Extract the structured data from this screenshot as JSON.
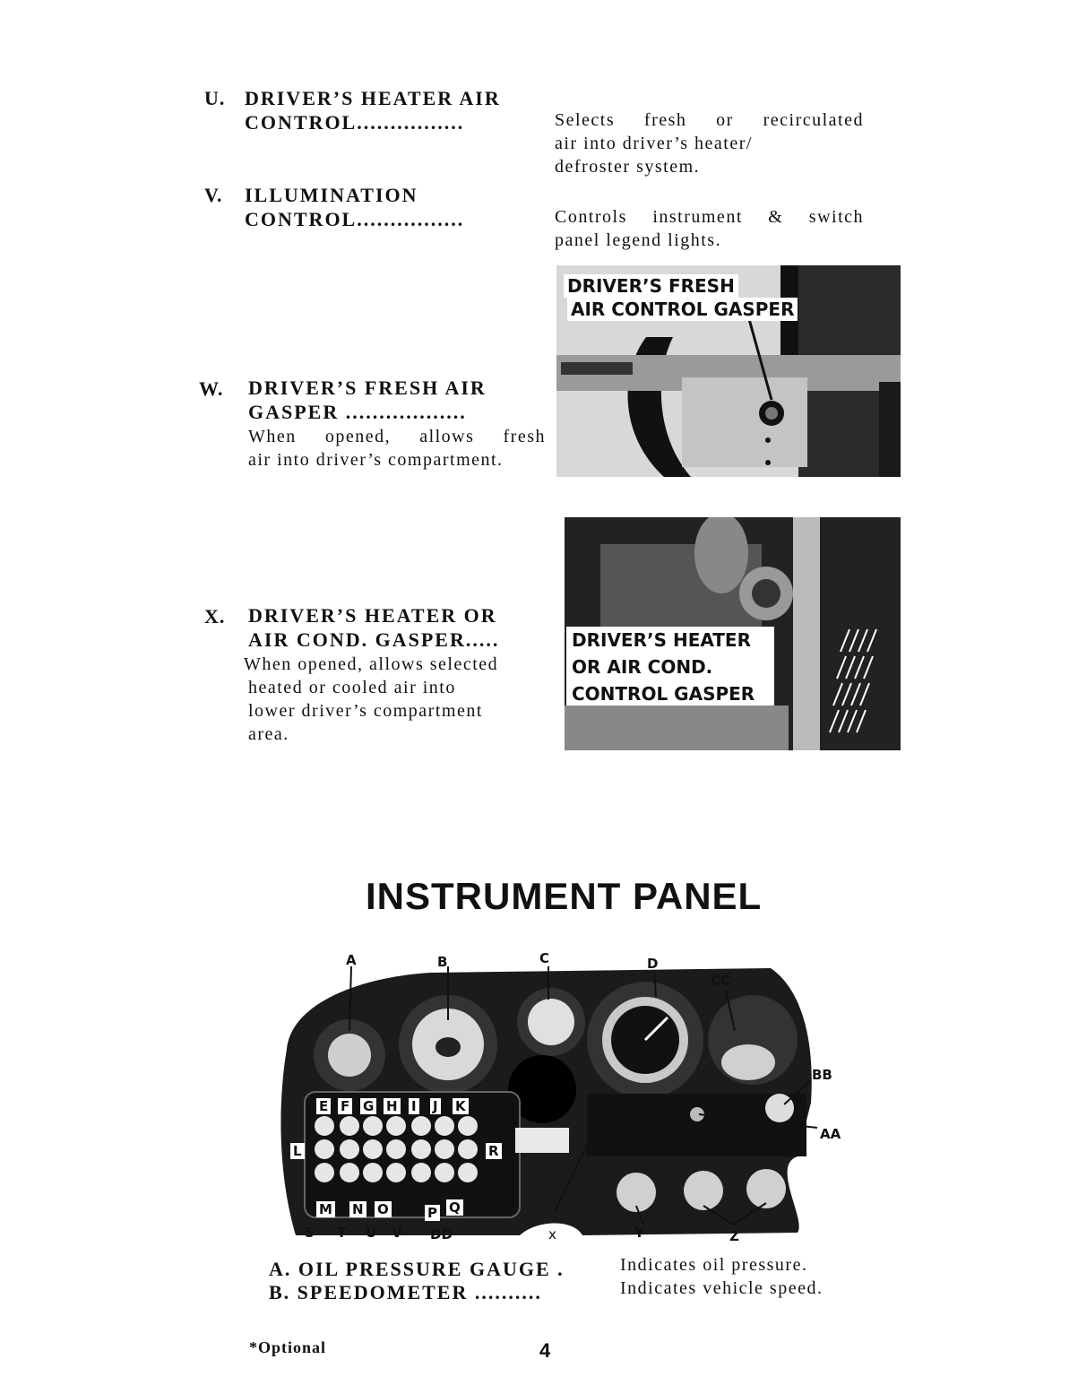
{
  "items": {
    "u": {
      "letter": "U.",
      "title1": "DRIVER’S HEATER AIR",
      "title2": "CONTROL................",
      "desc": [
        "Selects fresh or recirculated",
        "air into driver’s heater/",
        "defroster system."
      ]
    },
    "v": {
      "letter": "V.",
      "title1": "ILLUMINATION",
      "title2": "CONTROL................",
      "desc": [
        "Controls instrument & switch",
        "panel legend lights."
      ]
    },
    "w": {
      "letter": "W.",
      "title1": "DRIVER’S FRESH AIR",
      "title2": "GASPER ..................",
      "desc": [
        "When opened, allows fresh",
        "air into driver’s compartment."
      ]
    },
    "x": {
      "letter": "X.",
      "title1": "DRIVER’S HEATER OR",
      "title2": "AIR COND. GASPER.....",
      "desc": [
        "When opened, allows selected",
        "heated or cooled air into",
        "lower driver’s compartment",
        "area."
      ]
    }
  },
  "photos": {
    "fresh": {
      "label1": "DRIVER’S FRESH",
      "label2": "AIR CONTROL GASPER"
    },
    "heater": {
      "label1": "DRIVER’S HEATER",
      "label2": "OR AIR COND.",
      "label3": "CONTROL GASPER"
    }
  },
  "section_heading": "INSTRUMENT PANEL",
  "panel_callouts": {
    "top": [
      "A",
      "B",
      "C",
      "D",
      "CC"
    ],
    "right": [
      "BB",
      "AA"
    ],
    "switch_top": [
      "E",
      "F",
      "G",
      "H",
      "I",
      "J",
      "K"
    ],
    "side": [
      "L",
      "R"
    ],
    "switch_bottom": [
      "M",
      "N",
      "O",
      "P",
      "Q"
    ],
    "bottom": [
      "S",
      "T",
      "U",
      "V",
      "DD",
      "x",
      "Y",
      "Z"
    ]
  },
  "legend": [
    {
      "name": "A. OIL PRESSURE GAUGE .",
      "desc": "Indicates oil pressure."
    },
    {
      "name": "B. SPEEDOMETER ..........",
      "desc": "Indicates vehicle speed."
    }
  ],
  "footer": {
    "note": "*Optional",
    "page": "4"
  }
}
